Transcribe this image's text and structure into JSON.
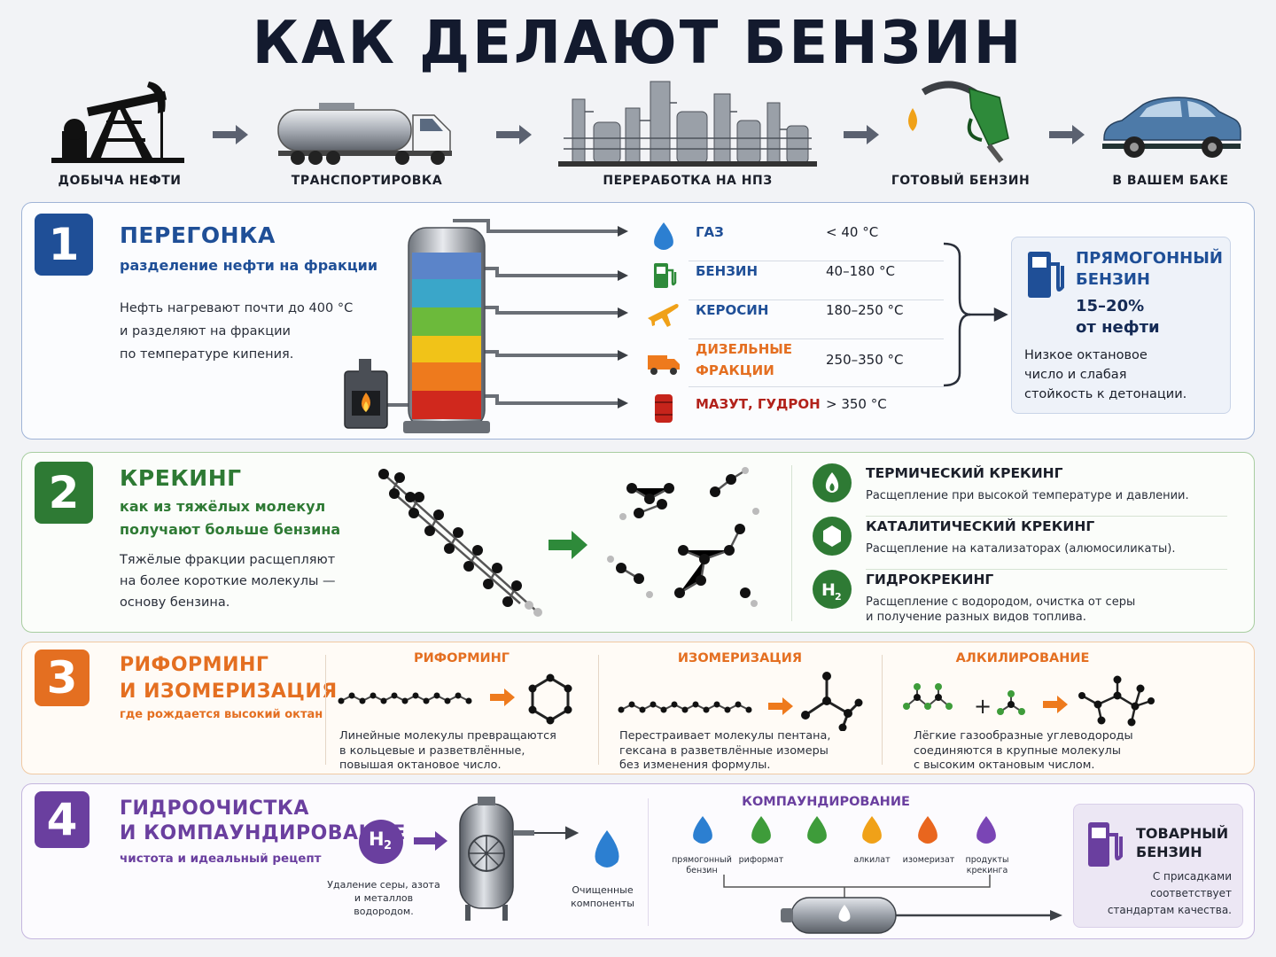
{
  "title": "КАК ДЕЛАЮТ БЕНЗИН",
  "process": [
    {
      "label": "ДОБЫЧА НЕФТИ",
      "icon": "oil-pump-icon"
    },
    {
      "label": "ТРАНСПОРТИРОВКА",
      "icon": "tanker-truck-icon"
    },
    {
      "label": "ПЕРЕРАБОТКА НА НПЗ",
      "icon": "refinery-icon"
    },
    {
      "label": "ГОТОВЫЙ БЕНЗИН",
      "icon": "fuel-nozzle-icon"
    },
    {
      "label": "В ВАШЕМ БАКЕ",
      "icon": "car-icon"
    }
  ],
  "section1": {
    "number": "1",
    "title": "ПЕРЕГОНКА",
    "subtitle": "разделение нефти на фракции",
    "desc1": "Нефть нагревают почти до 400 °С",
    "desc2": "и разделяют на фракции",
    "desc3": "по температуре кипения.",
    "fractions": [
      {
        "name": "ГАЗ",
        "temp": "< 40 °С",
        "icon": "drop-icon",
        "color": "#1f4f97"
      },
      {
        "name": "БЕНЗИН",
        "temp": "40–180 °С",
        "icon": "fuel-pump-icon",
        "color": "#1f4f97"
      },
      {
        "name": "КЕРОСИН",
        "temp": "180–250 °С",
        "icon": "airplane-icon",
        "color": "#1f4f97"
      },
      {
        "name1": "ДИЗЕЛЬНЫЕ",
        "name2": "ФРАКЦИИ",
        "temp": "250–350 °С",
        "icon": "truck-icon",
        "color": "#e46f21"
      },
      {
        "name": "МАЗУТ, ГУДРОН",
        "temp": "> 350 °С",
        "icon": "barrel-icon",
        "color": "#b2221b"
      }
    ],
    "result": {
      "title1": "ПРЯМОГОННЫЙ",
      "title2": "БЕНЗИН",
      "share1": "15–20%",
      "share2": "от нефти",
      "note1": "Низкое октановое",
      "note2": "число и слабая",
      "note3": "стойкость к детонации."
    }
  },
  "section2": {
    "number": "2",
    "title": "КРЕКИНГ",
    "subtitle1": "как из тяжёлых молекул",
    "subtitle2": "получают больше бензина",
    "desc1": "Тяжёлые фракции расщепляют",
    "desc2": "на более короткие молекулы —",
    "desc3": "основу бензина.",
    "types": [
      {
        "title": "ТЕРМИЧЕСКИЙ КРЕКИНГ",
        "desc1": "Расщепление при высокой температуре и давлении.",
        "desc2": "",
        "icon": "flame-drop-icon"
      },
      {
        "title": "КАТАЛИТИЧЕСКИЙ КРЕКИНГ",
        "desc1": "Расщепление на катализаторах (алюмосиликаты).",
        "desc2": "",
        "icon": "hexagon-icon"
      },
      {
        "title": "ГИДРОКРЕКИНГ",
        "desc1": "Расщепление с водородом, очистка от серы",
        "desc2": "и получение разных видов топлива.",
        "icon": "h2-icon"
      }
    ]
  },
  "section3": {
    "number": "3",
    "title1": "РИФОРМИНГ",
    "title2": "И ИЗОМЕРИЗАЦИЯ",
    "subtitle": "где рождается высокий октан",
    "processes": [
      {
        "title": "РИФОРМИНГ",
        "d1": "Линейные молекулы превращаются",
        "d2": "в кольцевые и разветвлённые,",
        "d3": "повышая октановое число."
      },
      {
        "title": "ИЗОМЕРИЗАЦИЯ",
        "d1": "Перестраивает молекулы пентана,",
        "d2": "гексана в разветвлённые изомеры",
        "d3": "без изменения формулы."
      },
      {
        "title": "АЛКИЛИРОВАНИЕ",
        "d1": "Лёгкие газообразные углеводороды",
        "d2": "соединяются в крупные молекулы",
        "d3": "с высоким октановым числом."
      }
    ]
  },
  "section4": {
    "number": "4",
    "title1": "ГИДРООЧИСТКА",
    "title2": "И КОМПАУНДИРОВАНИЕ",
    "subtitle": "чистота и идеальный рецепт",
    "h2_label": "H",
    "h2_sub": "2",
    "reactor_note1": "Удаление серы, азота",
    "reactor_note2": "и металлов водородом.",
    "clean_note1": "Очищенные",
    "clean_note2": "компоненты",
    "blending_title": "КОМПАУНДИРОВАНИЕ",
    "components": [
      {
        "l1": "прямогонный",
        "l2": "бензин",
        "color": "#2c7fd1"
      },
      {
        "l1": "риформат",
        "l2": "",
        "color": "#3e9c3a"
      },
      {
        "l1": "",
        "l2": "",
        "color": "#3e9c3a"
      },
      {
        "l1": "алкилат",
        "l2": "",
        "color": "#f0a118"
      },
      {
        "l1": "изомеризат",
        "l2": "",
        "color": "#e9661e"
      },
      {
        "l1": "продукты",
        "l2": "крекинга",
        "color": "#7a45b5"
      }
    ],
    "product": {
      "title1": "ТОВАРНЫЙ",
      "title2": "БЕНЗИН",
      "n1": "С присадками",
      "n2": "соответствует",
      "n3": "стандартам качества."
    }
  },
  "colors": {
    "blue": "#1f4f97",
    "green": "#2e7a34",
    "orange": "#e46f21",
    "purple": "#6a3f9f"
  }
}
